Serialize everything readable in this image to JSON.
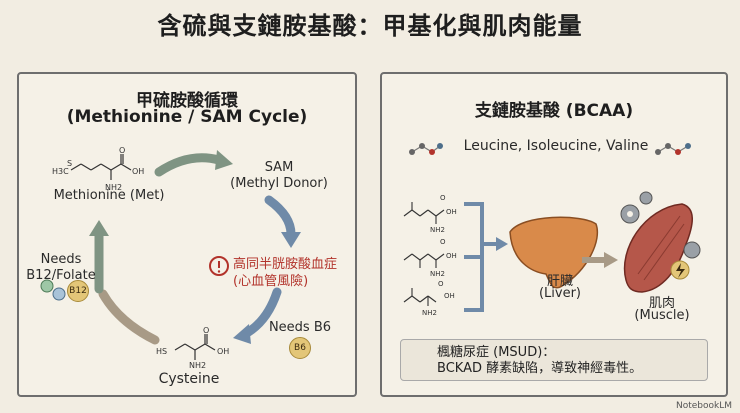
{
  "page_title": "含硫與支鏈胺基酸：甲基化與肌肉能量",
  "left": {
    "title_line1": "甲硫胺酸循環",
    "title_line2": "(Methionine / SAM Cycle)",
    "met_label": "Methionine (Met)",
    "sam_label": "SAM",
    "sam_sub": "(Methyl Donor)",
    "hcy_line1": "高同半胱胺酸血症",
    "hcy_line2": "(心血管風險)",
    "needs_b12": "Needs",
    "needs_b12_line2": "B12/Folate",
    "b12_coin": "B12",
    "needs_b6": "Needs B6",
    "b6_coin": "B6",
    "cys_label": "Cysteine",
    "met_struct": {
      "h3c": "H3C",
      "s": "S",
      "oh": "OH",
      "o": "O",
      "nh2": "NH2"
    },
    "cys_struct": {
      "hs": "HS",
      "oh": "OH",
      "o": "O",
      "nh2": "NH2"
    }
  },
  "right": {
    "title": "支鏈胺基酸 (BCAA)",
    "bcaa_names": "Leucine, Isoleucine, Valine",
    "liver_label": "肝臟",
    "liver_sub": "(Liver)",
    "muscle_label": "肌肉",
    "muscle_sub": "(Muscle)",
    "msud_line1": "楓糖尿症 (MSUD)：",
    "msud_line2": "BCKAD 酵素缺陷，導致神經毒性。",
    "struct_labels": {
      "oh": "OH",
      "o": "O",
      "nh2": "NH2"
    }
  },
  "footer": "NotebookLM",
  "colors": {
    "background": "#f2ede2",
    "panel_border": "#6e6e6e",
    "warning_red": "#b2332b",
    "arrow_green": "#7f9483",
    "arrow_blue": "#6f8aa8",
    "arrow_tan": "#a89a86",
    "liver": "#d98a4a",
    "muscle": "#b5574a"
  }
}
